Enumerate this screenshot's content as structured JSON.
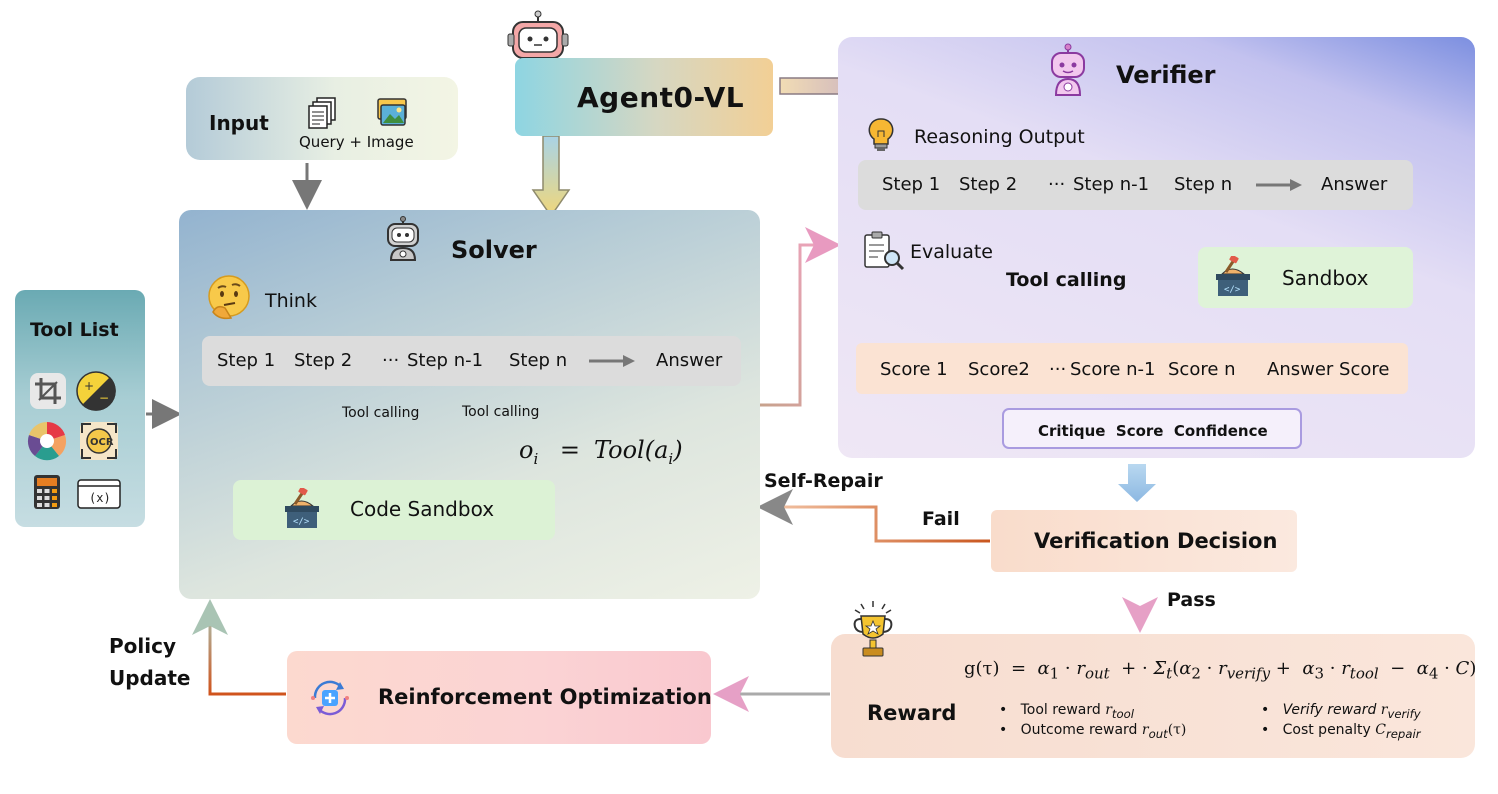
{
  "agent": {
    "title": "Agent0-VL",
    "icon": "robot-icon"
  },
  "input": {
    "title": "Input",
    "caption": "Query + Image",
    "icons": [
      "documents-icon",
      "image-icon"
    ]
  },
  "tool_list": {
    "title": "Tool List",
    "icons": [
      "crop-icon",
      "brightness-icon",
      "color-wheel-icon",
      "ocr-icon",
      "calculator-icon",
      "code-window-icon"
    ]
  },
  "solver": {
    "title": "Solver",
    "think": "Think",
    "steps": [
      "Step 1",
      "Step 2",
      "···",
      "Step n-1",
      "Step n",
      "Answer"
    ],
    "tool_calling_1": "Tool calling",
    "tool_calling_2": "Tool calling",
    "formula": "o_i = Tool(a_i)",
    "formula_parts": {
      "o": "o",
      "o_sub": "i",
      "eq": "=",
      "tool": "Tool(a",
      "a_sub": "i",
      "close": ")"
    },
    "sandbox": "Code Sandbox"
  },
  "verifier": {
    "title": "Verifier",
    "reasoning": "Reasoning Output",
    "steps": [
      "Step 1",
      "Step 2",
      "···",
      "Step n-1",
      "Step n",
      "Answer"
    ],
    "evaluate": "Evaluate",
    "tool_calling": "Tool calling",
    "sandbox": "Sandbox",
    "scores": [
      "Score 1",
      "Score2",
      "···",
      "Score n-1",
      "Score n",
      "Answer Score"
    ],
    "critique": "Critique  Score  Confidence"
  },
  "decision": {
    "title": "Verification Decision",
    "fail": "Fail",
    "pass": "Pass",
    "self_repair": "Self-Repair"
  },
  "reward": {
    "title": "Reward",
    "formula": "g(τ) = α1 · r_out + · Σt(α2 · r_verify + α3 · r_tool − α4 · C)",
    "bullets": [
      {
        "label": "Tool reward ",
        "sym": "r",
        "sub": "tool",
        "tail": ""
      },
      {
        "label": "Outcome reward ",
        "sym": "r",
        "sub": "out",
        "tail": "(τ)"
      },
      {
        "label": "Verify reward ",
        "sym": "r",
        "sub": "verify",
        "tail": ""
      },
      {
        "label": "Cost penalty ",
        "sym": "C",
        "sub": "repair",
        "tail": ""
      }
    ]
  },
  "optimization": {
    "title": "Reinforcement Optimization"
  },
  "policy": {
    "line1": "Policy",
    "line2": "Update"
  },
  "colors": {
    "solver_bg": "#9db8d0",
    "verifier_bg": "#ebe3f7",
    "sandbox_green": "#dff3d8",
    "score_peach": "#fbe3d3",
    "red_arrow": "#c01818",
    "orange_arrow": "#c9561e"
  }
}
